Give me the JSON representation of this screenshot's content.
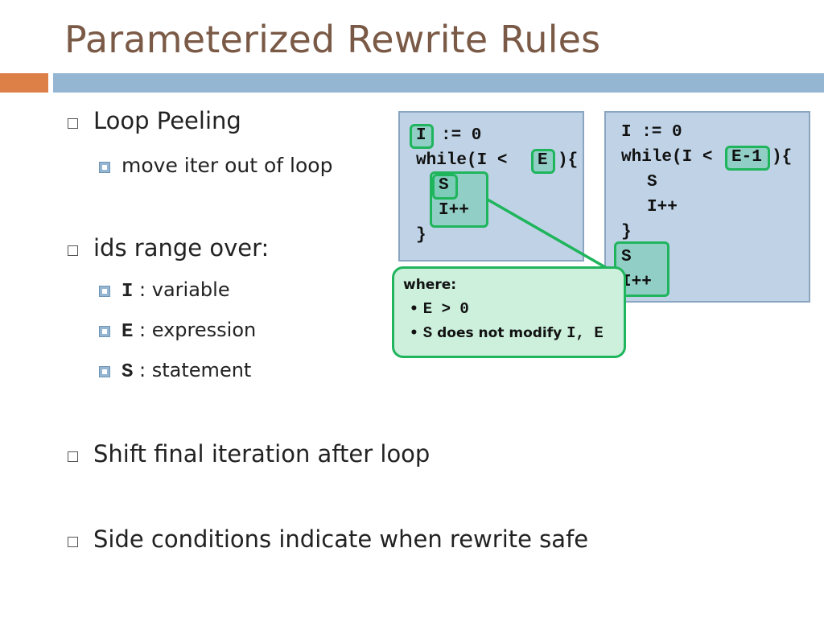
{
  "slide": {
    "title": "Parameterized Rewrite Rules"
  },
  "bullets": {
    "loop_peeling": "Loop Peeling",
    "move_iter": "move iter out of loop",
    "ids_range": "ids range over:",
    "id_i_sym": "I",
    "id_i_desc": ": variable",
    "id_e_sym": "E",
    "id_e_desc": ": expression",
    "id_s_sym": "S",
    "id_s_desc": ": statement",
    "shift": "Shift final iteration after loop",
    "side": "Side conditions indicate when rewrite safe"
  },
  "lhs_code": {
    "line1_var": "I",
    "line1_rest": ":= 0",
    "line2_a": "while(I <",
    "line2_expr": "E",
    "line2_b": "){",
    "line3": "S",
    "line4": "I++",
    "line5": "}"
  },
  "rhs_code": {
    "line1": "I := 0",
    "line2_a": "while(I <",
    "line2_expr": "E-1",
    "line2_b": "){",
    "line3": "S",
    "line4": "I++",
    "line5": "}",
    "line6": "S",
    "line7": "I++"
  },
  "where": {
    "label": "where:",
    "cond1_bullet": "•",
    "cond1": "E > 0",
    "cond2_bullet": "•",
    "cond2_s": "S",
    "cond2_text": "does not modify",
    "cond2_vars": "I, E"
  },
  "colors": {
    "title": "#7a5a46",
    "accent_bar": "#dd8047",
    "main_bar": "#94b6d2",
    "code_box": "#c0d3e6",
    "highlight": "#1fb55c",
    "where_fill": "#ccf0dc"
  }
}
